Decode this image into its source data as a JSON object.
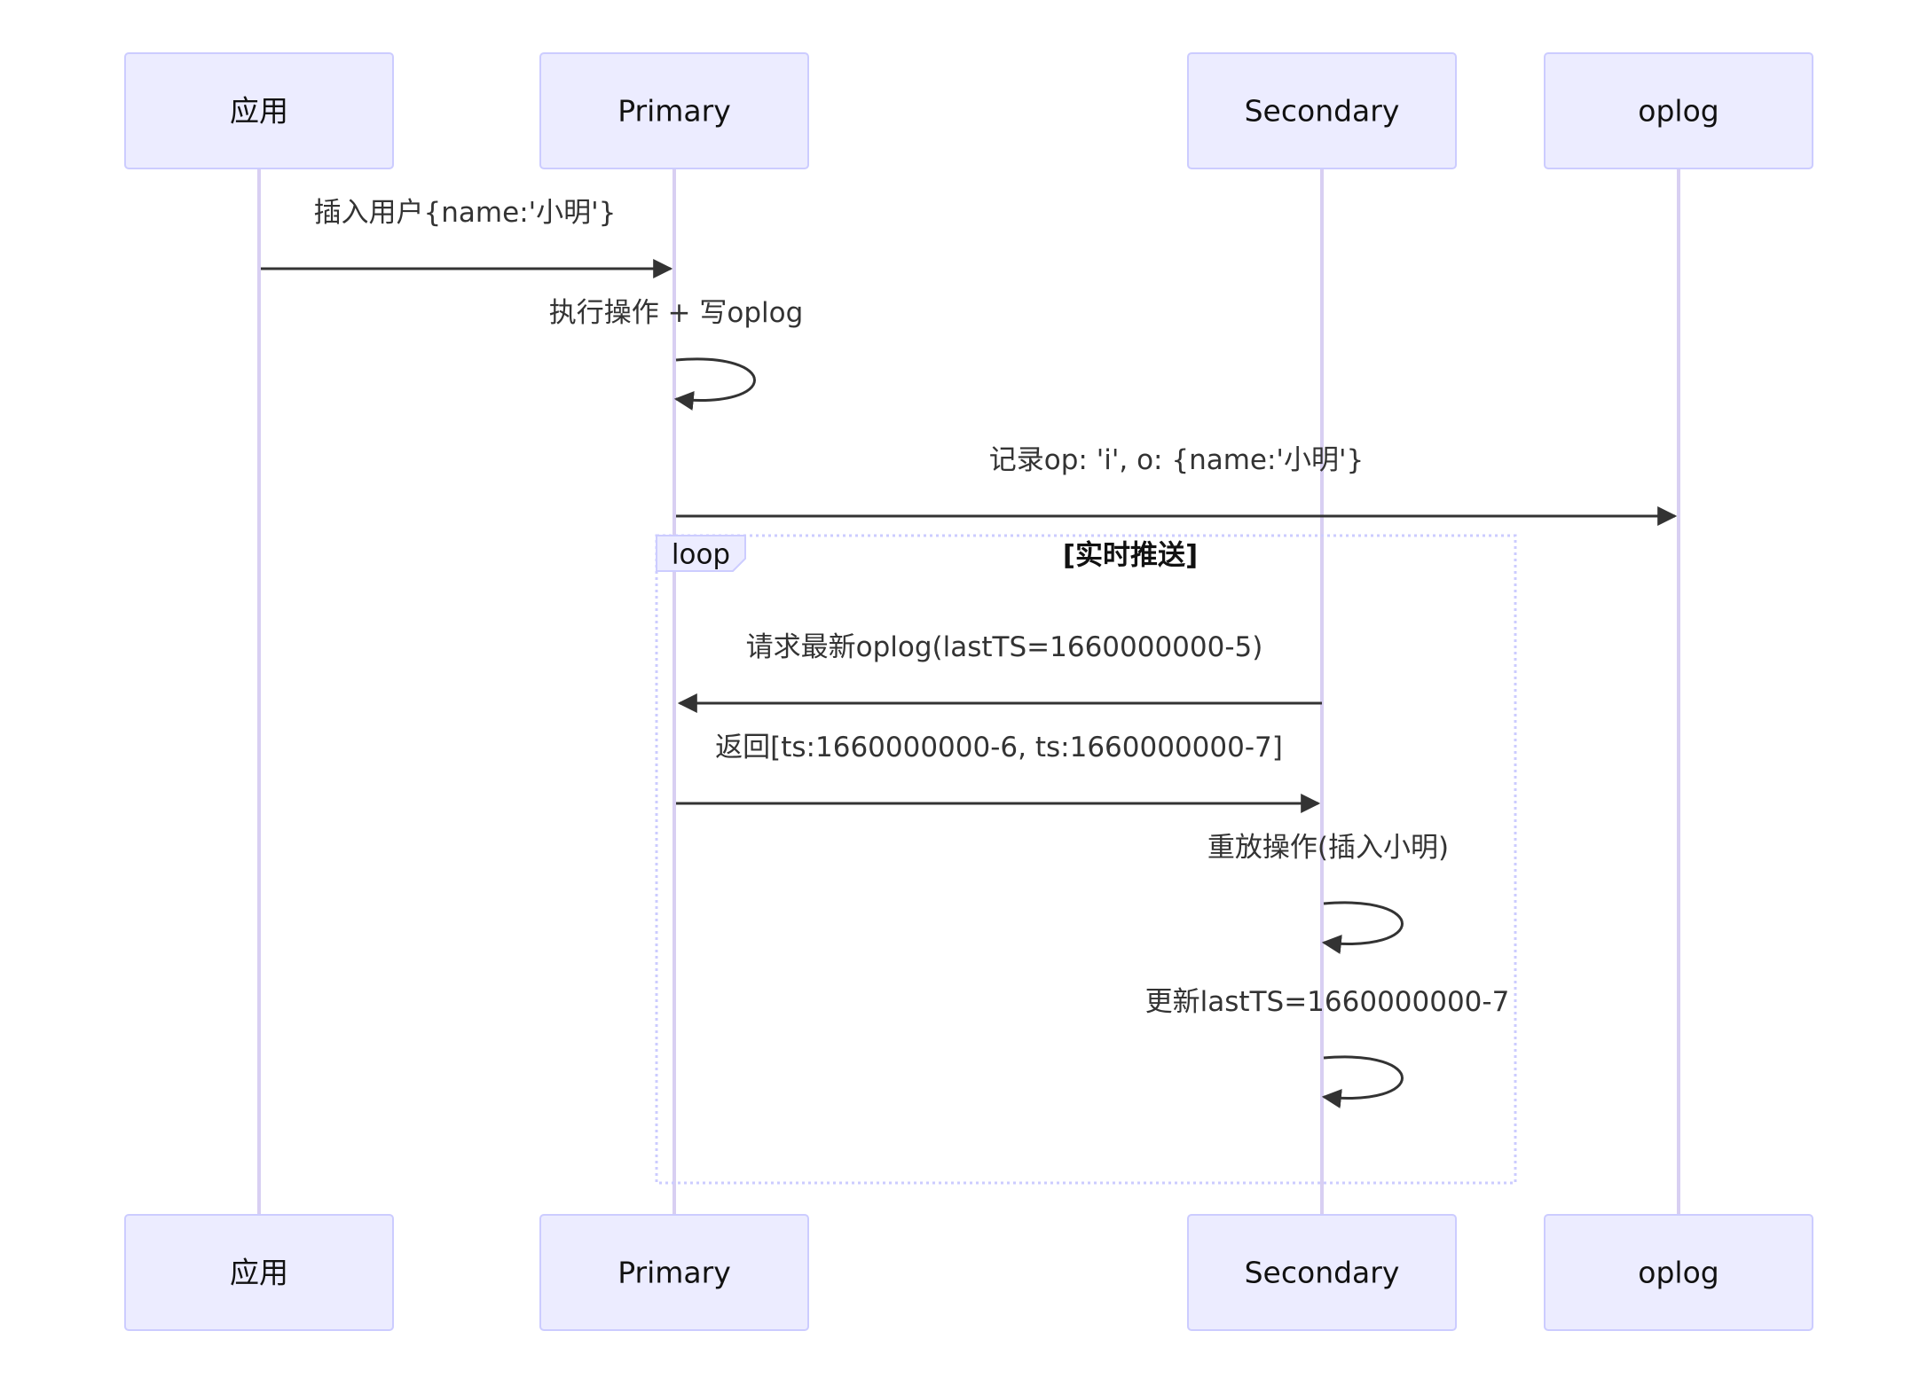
{
  "participants": {
    "app": "应用",
    "primary": "Primary",
    "secondary": "Secondary",
    "oplog": "oplog"
  },
  "messages": {
    "m1": "插入用户{name:'小明'}",
    "m2": "执行操作 + 写oplog",
    "m3": "记录op: 'i', o: {name:'小明'}",
    "m4": "请求最新oplog(lastTS=1660000000-5)",
    "m5": "返回[ts:1660000000-6, ts:1660000000-7]",
    "m6": "重放操作(插入小明)",
    "m7": "更新lastTS=1660000000-7"
  },
  "loop": {
    "keyword": "loop",
    "condition": "[实时推送]"
  },
  "colors": {
    "actor_fill": "#ECECFF",
    "actor_stroke": "#CCCCFF",
    "lifeline": "#D8CFF2",
    "message": "#333333"
  }
}
